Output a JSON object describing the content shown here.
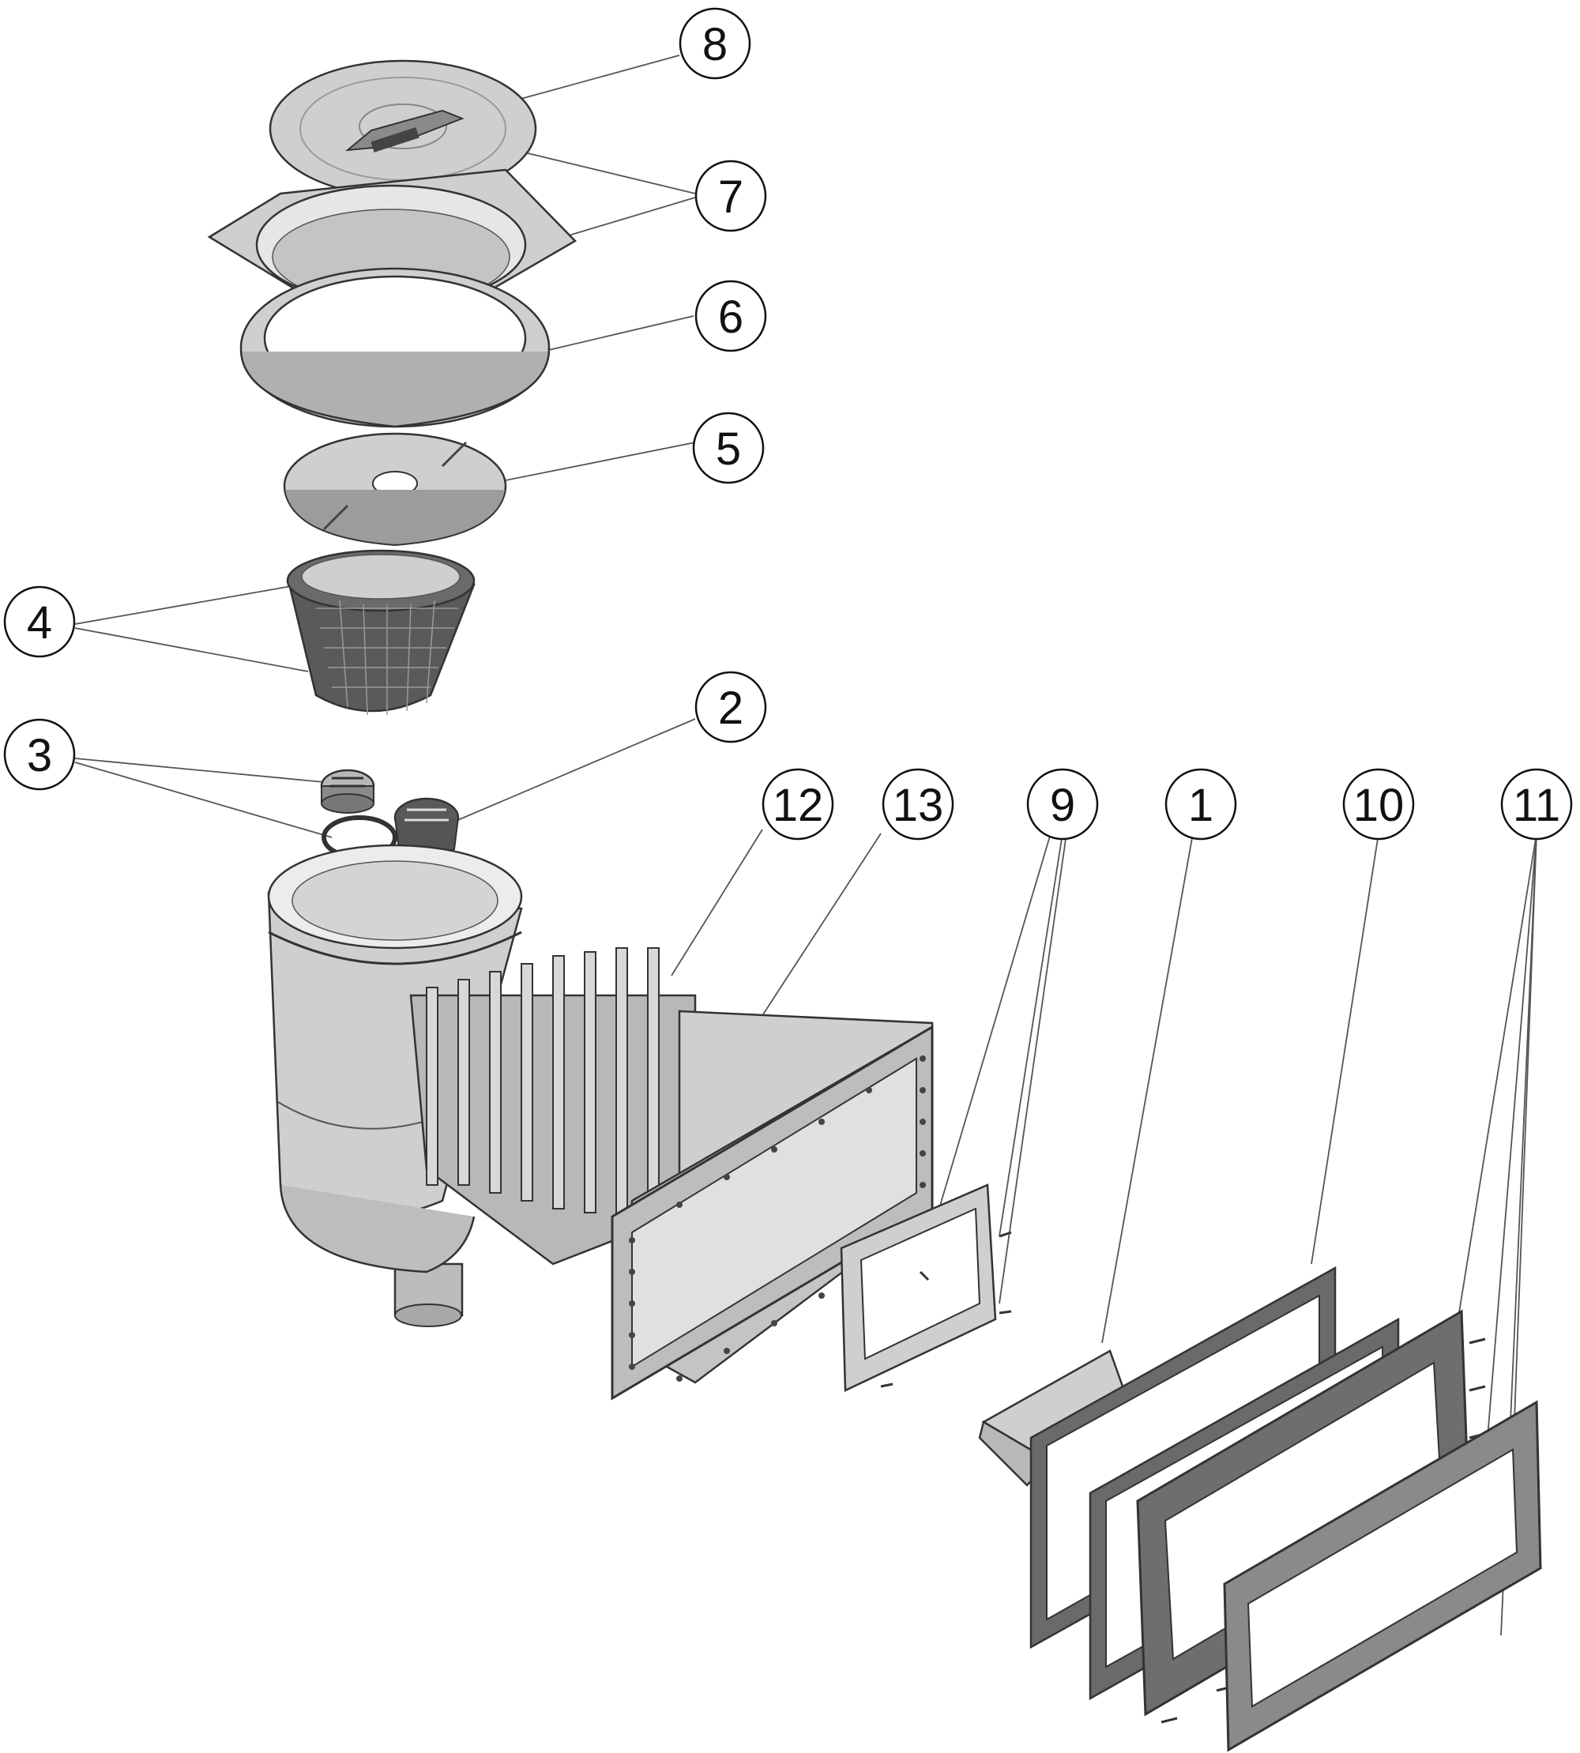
{
  "callouts": [
    {
      "id": "c8",
      "label": "8"
    },
    {
      "id": "c7",
      "label": "7"
    },
    {
      "id": "c6",
      "label": "6"
    },
    {
      "id": "c5",
      "label": "5"
    },
    {
      "id": "c4",
      "label": "4"
    },
    {
      "id": "c3",
      "label": "3"
    },
    {
      "id": "c2",
      "label": "2"
    },
    {
      "id": "c12",
      "label": "12"
    },
    {
      "id": "c13",
      "label": "13"
    },
    {
      "id": "c9",
      "label": "9"
    },
    {
      "id": "c1",
      "label": "1"
    },
    {
      "id": "c10",
      "label": "10"
    },
    {
      "id": "c11",
      "label": "11"
    }
  ],
  "colors": {
    "background": "#ffffff",
    "part_light": "#cfcfcf",
    "part_mid": "#b8b8b8",
    "part_dark": "#7a7a7a",
    "line": "#333333"
  }
}
